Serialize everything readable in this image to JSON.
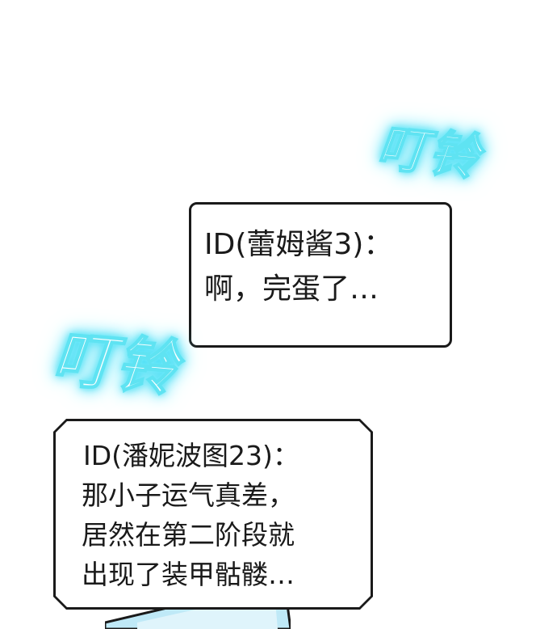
{
  "sfx": {
    "top": "叮铃",
    "mid": "叮铃"
  },
  "bubble_a": {
    "lines": [
      "ID(蕾姆酱3)：",
      "啊，完蛋了…"
    ]
  },
  "bubble_b": {
    "lines": [
      "ID(潘妮波图23)：",
      "那小子运气真差，",
      "居然在第二阶段就",
      "出现了装甲骷髅…"
    ]
  },
  "colors": {
    "glow": "#48dff5",
    "ink": "#1a1a1a",
    "panel_blue": "#bfe9f7"
  }
}
